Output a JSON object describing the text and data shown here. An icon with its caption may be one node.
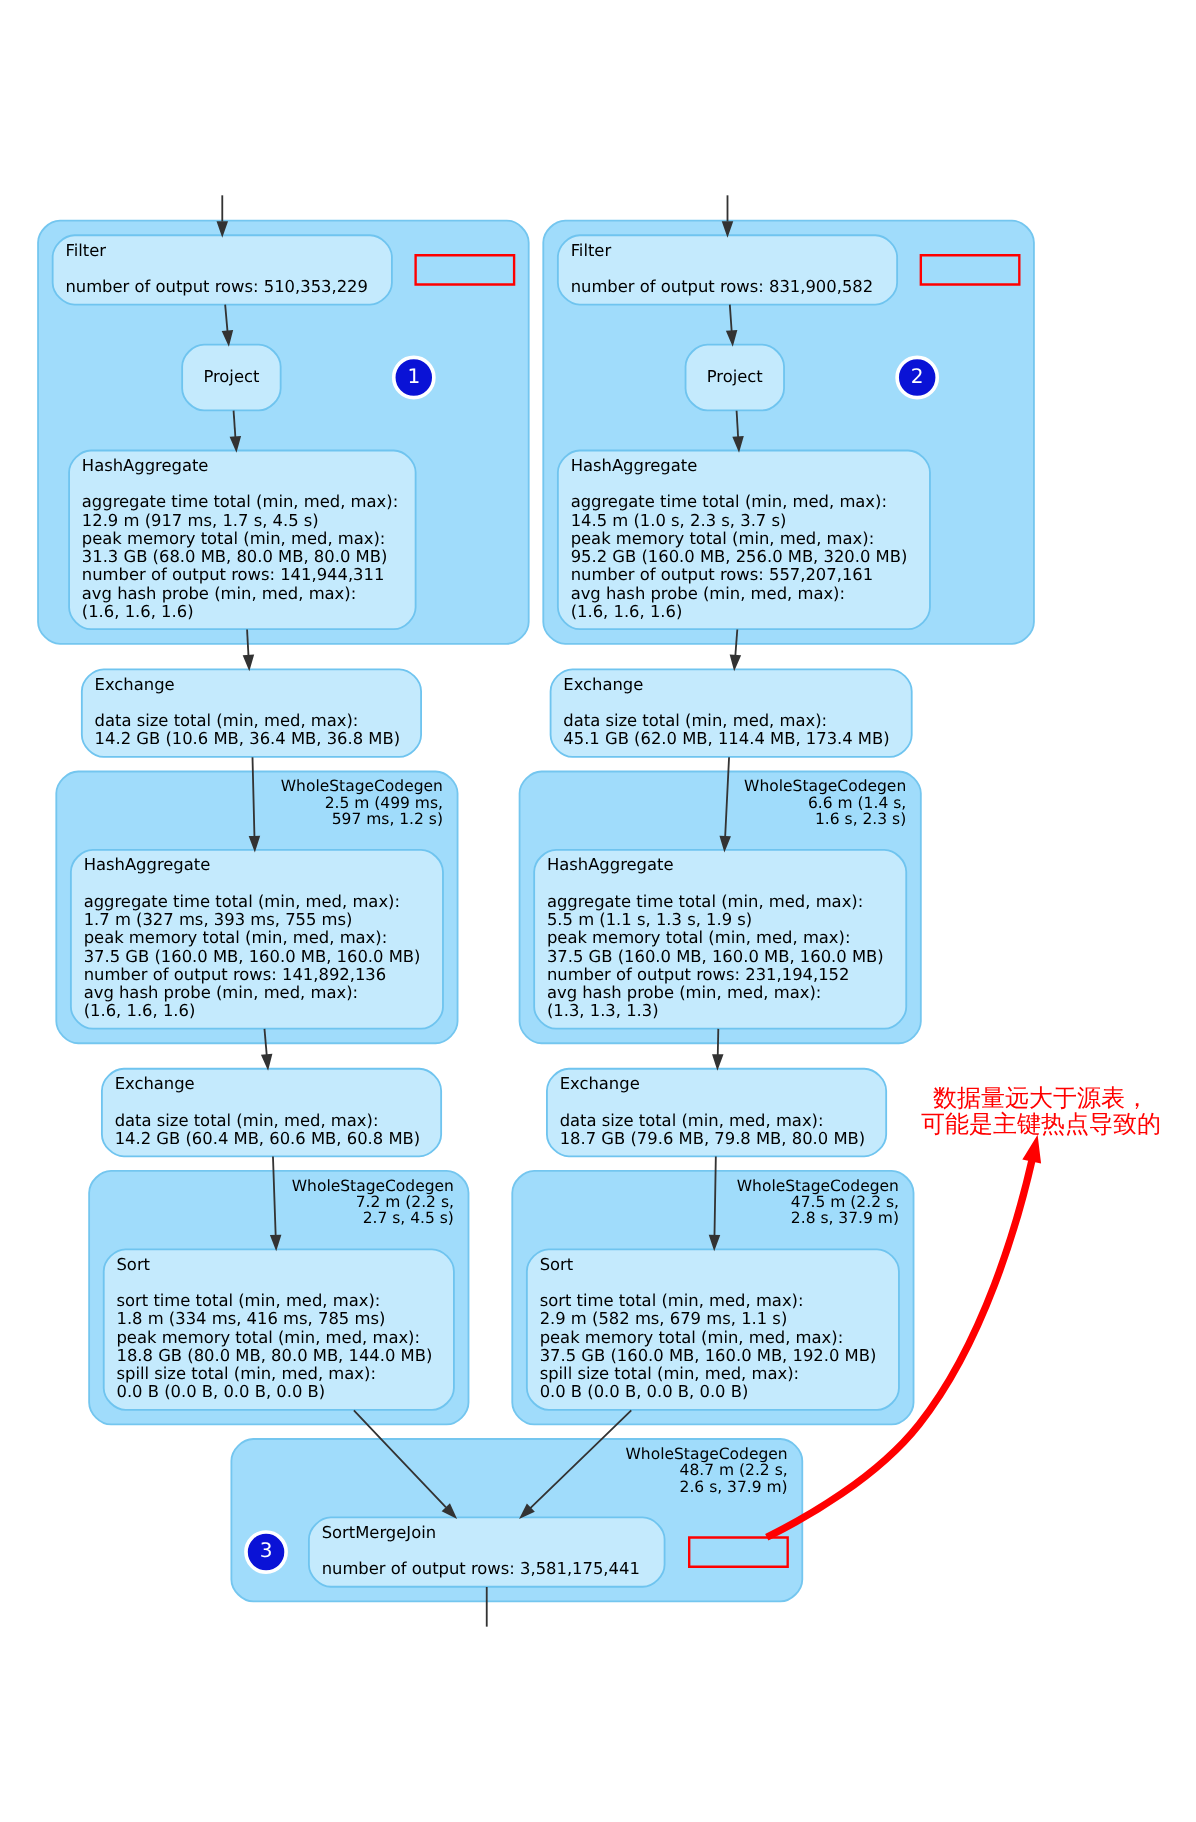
{
  "diagram": {
    "nodes": [
      {
        "text": [],
        "shape": "box"
      },
      {
        "text": [
          "Filter",
          "number of output rows: 510,353,229"
        ],
        "in": 0
      },
      {
        "text": [],
        "shape": "box",
        "in": 0
      },
      {
        "text": [
          "1"
        ],
        "in": 0
      },
      {
        "text": [
          "Project"
        ],
        "in": 0
      },
      {
        "text": [
          "HashAggregate",
          "aggregate time total (min, med, max): 12.9 m (917 ms, 1.7 s, 4.5 s) peak memory total (min, med, max): 31.3 GB (68.0 MB, 80.0 MB, 80.0 MB) number of output rows: 141,944,311 avg hash probe (min, med, max): (1.6, 1.6, 1.6)"
        ],
        "in": 0
      },
      {
        "text": [],
        "shape": "box"
      },
      {
        "text": [
          "Filter",
          "number of output rows: 831,900,582"
        ],
        "in": 6
      },
      {
        "text": [],
        "shape": "box",
        "in": 6
      },
      {
        "text": [
          "2"
        ],
        "in": 6
      },
      {
        "text": [
          "Project"
        ],
        "in": 6
      },
      {
        "text": [
          "HashAggregate",
          "aggregate time total (min, med, max): 14.5 m (1.0 s, 2.3 s, 3.7 s) peak memory total (min, med, max): 95.2 GB (160.0 MB, 256.0 MB, 320.0 MB) number of output rows: 557,207,161 avg hash probe (min, med, max): (1.6, 1.6, 1.6)"
        ],
        "in": 6
      },
      {
        "text": [
          "Exchange",
          "data size total (min, med, max): 14.2 GB (10.6 MB, 36.4 MB, 36.8 MB)"
        ]
      },
      {
        "text": [
          "Exchange",
          "data size total (min, med, max): 45.1 GB (62.0 MB, 114.4 MB, 173.4 MB)"
        ]
      },
      {
        "text": [
          "WholeStageCodegen",
          "2.5 m (499 ms, 597 ms, 1.2 s)"
        ]
      },
      {
        "text": [
          "HashAggregate",
          "aggregate time total (min, med, max): 1.7 m (327 ms, 393 ms, 755 ms) peak memory total (min, med, max): 37.5 GB (160.0 MB, 160.0 MB, 160.0 MB) number of output rows: 141,892,136 avg hash probe (min, med, max): (1.6, 1.6, 1.6)"
        ],
        "in": 14
      },
      {
        "text": [
          "WholeStageCodegen",
          "6.6 m (1.4 s, 1.6 s, 2.3 s)"
        ]
      },
      {
        "text": [
          "HashAggregate",
          "aggregate time total (min, med, max): 5.5 m (1.1 s, 1.3 s, 1.9 s) peak memory total (min, med, max): 37.5 GB (160.0 MB, 160.0 MB, 160.0 MB) number of output rows: 231,194,152 avg hash probe (min, med, max): (1.3, 1.3, 1.3)"
        ],
        "in": 16
      },
      {
        "text": [
          "数据量远大于源表，可能是主键热点导致的"
        ]
      },
      {
        "text": [
          "Exchange",
          "data size total (min, med, max): 14.2 GB (60.4 MB, 60.6 MB, 60.8 MB)"
        ]
      },
      {
        "text": [
          "Exchange",
          "data size total (min, med, max): 18.7 GB (79.6 MB, 79.8 MB, 80.0 MB)"
        ]
      },
      {
        "text": [
          "WholeStageCodegen",
          "7.2 m (2.2 s, 2.7 s, 4.5 s)"
        ]
      },
      {
        "text": [
          "Sort",
          "sort time total (min, med, max): 1.8 m (334 ms, 416 ms, 785 ms) peak memory total (min, med, max): 18.8 GB (80.0 MB, 80.0 MB, 144.0 MB) spill size total (min, med, max): 0.0 B (0.0 B, 0.0 B, 0.0 B)"
        ],
        "in": 21
      },
      {
        "text": [
          "WholeStageCodegen",
          "47.5 m (2.2 s, 2.8 s, 37.9 m)"
        ]
      },
      {
        "text": [
          "Sort",
          "sort time total (min, med, max): 2.9 m (582 ms, 679 ms, 1.1 s) peak memory total (min, med, max): 37.5 GB (160.0 MB, 160.0 MB, 192.0 MB) spill size total (min, med, max): 0.0 B (0.0 B, 0.0 B, 0.0 B)"
        ],
        "in": 23
      },
      {
        "text": [
          "WholeStageCodegen",
          "48.7 m (2.2 s, 2.6 s, 37.9 m)"
        ]
      },
      {
        "text": [
          "3"
        ],
        "in": 25
      },
      {
        "text": [
          "SortMergeJoin",
          "number of output rows: 3,581,175,441"
        ],
        "in": 25
      },
      {
        "text": [],
        "shape": "box",
        "in": 25
      }
    ],
    "edges": [
      {
        "from": null,
        "to": 1,
        "arrow": "to"
      },
      {
        "from": 1,
        "to": 4,
        "arrow": "to"
      },
      {
        "from": 4,
        "to": 5,
        "arrow": "to"
      },
      {
        "from": null,
        "to": 7,
        "arrow": "to"
      },
      {
        "from": 7,
        "to": 10,
        "arrow": "to"
      },
      {
        "from": 10,
        "to": 11,
        "arrow": "to"
      },
      {
        "from": 5,
        "to": 12,
        "arrow": "to"
      },
      {
        "from": 11,
        "to": 13,
        "arrow": "to"
      },
      {
        "from": 12,
        "to": 15,
        "arrow": "to"
      },
      {
        "from": 13,
        "to": 17,
        "arrow": "to"
      },
      {
        "from": 15,
        "to": 19,
        "arrow": "to"
      },
      {
        "from": 17,
        "to": 20,
        "arrow": "to"
      },
      {
        "from": 19,
        "to": 22,
        "arrow": "to"
      },
      {
        "from": 20,
        "to": 24,
        "arrow": "to"
      },
      {
        "from": 22,
        "to": 27,
        "arrow": "to"
      },
      {
        "from": 24,
        "to": 27,
        "arrow": "to"
      },
      {
        "from": 27,
        "to": null,
        "arrow": "none"
      },
      {
        "from": 28,
        "to": 18,
        "arrow": "to",
        "style": "thick",
        "color": "#ff0000"
      }
    ]
  }
}
